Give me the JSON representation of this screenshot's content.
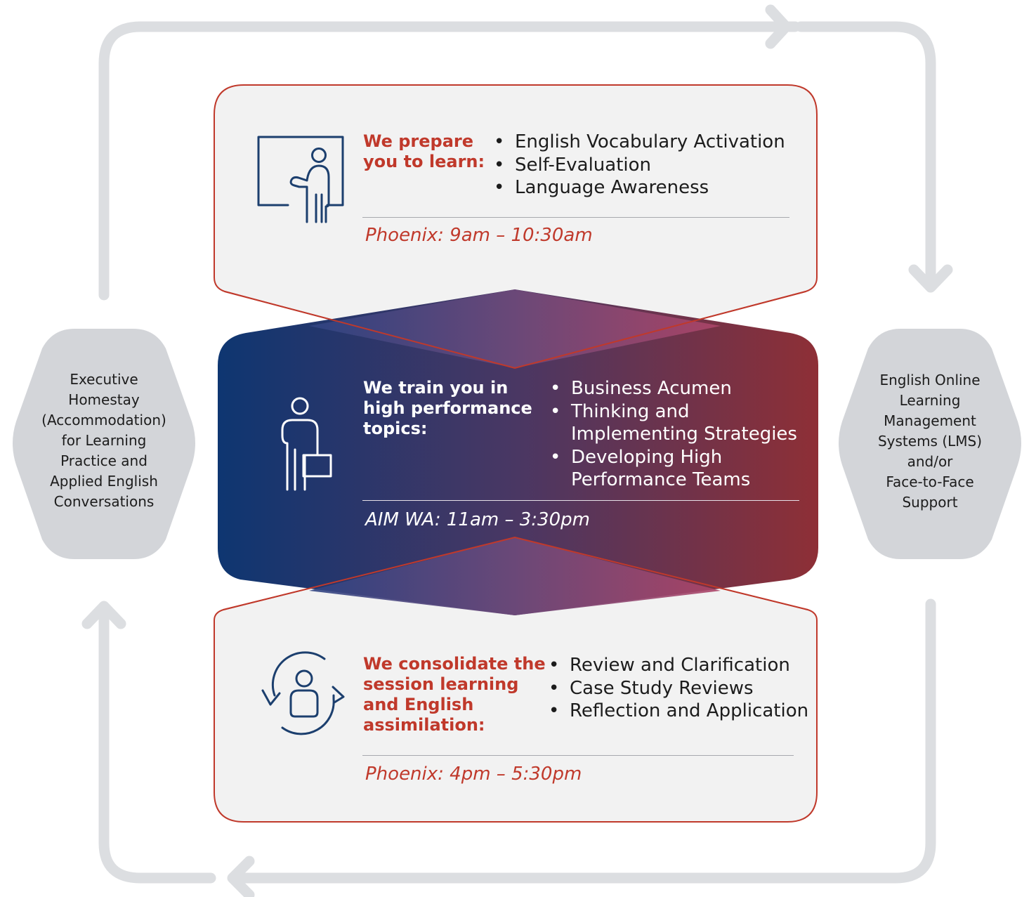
{
  "colors": {
    "cycle_arrow": "#dcdee1",
    "hexagon_fill": "#d3d5d9",
    "card_fill": "#f2f2f2",
    "card_border": "#c0392b",
    "heading_red": "#c0392b",
    "icon_navy": "#1c3f6e",
    "gradient_start": "#1a3a73",
    "gradient_end": "#8a2e3a"
  },
  "left_hex": {
    "lines": [
      "Executive",
      "Homestay",
      "(Accommodation)",
      "for Learning",
      "Practice and",
      "Applied English",
      "Conversations"
    ]
  },
  "right_hex": {
    "lines": [
      "English Online",
      "Learning",
      "Management",
      "Systems (LMS)",
      "and/or",
      "Face-to-Face",
      "Support"
    ]
  },
  "stage_prepare": {
    "icon": "presenter-at-board-icon",
    "heading_lines": [
      "We prepare",
      "you to learn:"
    ],
    "bullets": [
      "English Vocabulary Activation",
      "Self-Evaluation",
      "Language Awareness"
    ],
    "time": "Phoenix: 9am – 10:30am"
  },
  "stage_train": {
    "icon": "person-with-briefcase-icon",
    "heading_lines": [
      "We train you in",
      "high performance",
      "topics:"
    ],
    "bullets": [
      "Business Acumen",
      "Thinking and Implementing Strategies",
      "Developing High Performance Teams"
    ],
    "time": "AIM WA: 11am – 3:30pm"
  },
  "stage_consolidate": {
    "icon": "person-refresh-cycle-icon",
    "heading_lines": [
      "We consolidate the",
      "session learning",
      "and English",
      "assimilation:"
    ],
    "bullets": [
      "Review and Clarification",
      "Case Study Reviews",
      "Reflection and Application"
    ],
    "time": "Phoenix: 4pm – 5:30pm"
  }
}
